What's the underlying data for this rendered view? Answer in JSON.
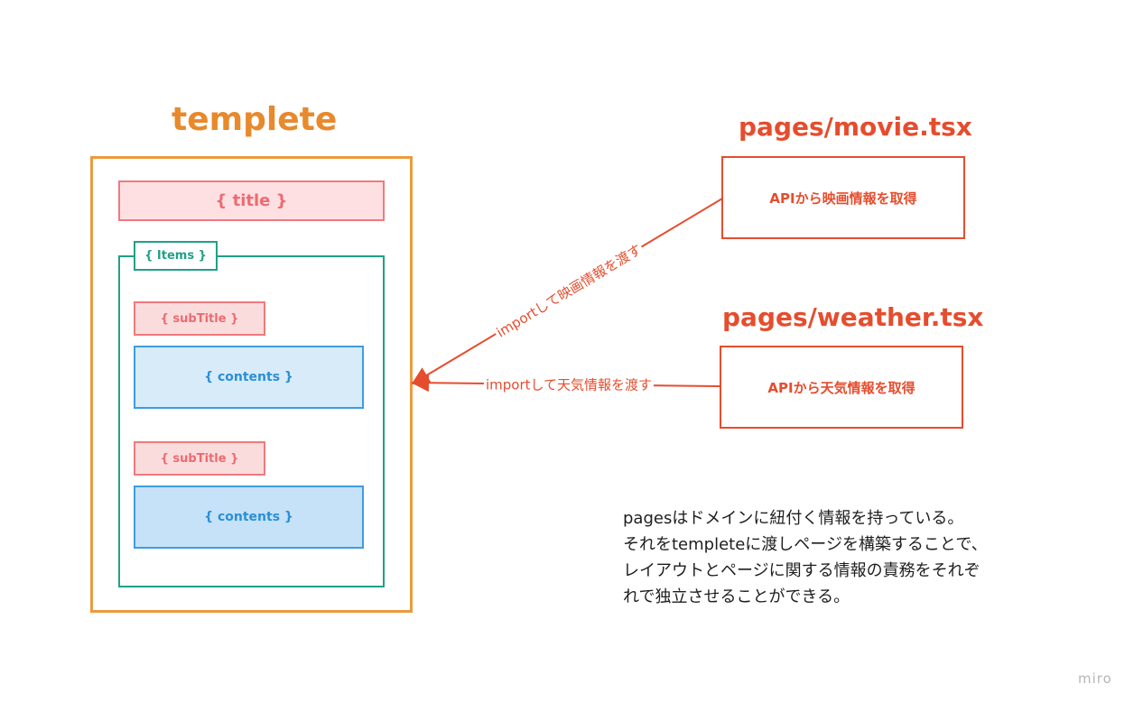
{
  "template": {
    "heading": "templete",
    "title_slot": "{ title }",
    "items_label": "{ Items }",
    "subtitle_1": "{ subTitle }",
    "contents_1": "{ contents }",
    "subtitle_2": "{ subTitle }",
    "contents_2": "{ contents }"
  },
  "movie_page": {
    "filename": "pages/movie.tsx",
    "box_text": "APIから映画情報を取得",
    "arrow_label": "importして映画情報を渡す"
  },
  "weather_page": {
    "filename": "pages/weather.tsx",
    "box_text": "APIから天気情報を取得",
    "arrow_label": "importして天気情報を渡す"
  },
  "note": {
    "line1": "pagesはドメインに紐付く情報を持っている。",
    "line2": "それをtempleteに渡しページを構築することで、",
    "line3": "レイアウトとページに関する情報の責務をそれぞ",
    "line4": "れで独立させることができる。"
  },
  "watermark": "miro",
  "colors": {
    "template": "#ec9a3d",
    "title_slot": "#ee7a7e",
    "items": "#21a088",
    "contents": "#3d9ce0",
    "pages": "#e54d2e"
  }
}
